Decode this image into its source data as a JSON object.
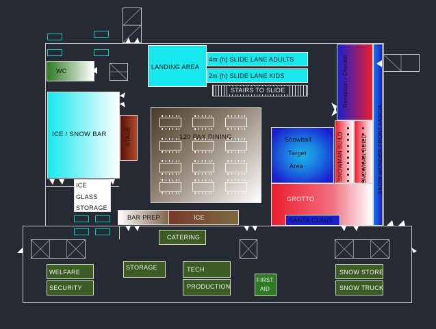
{
  "labels": {
    "wc": "WC",
    "landing_area": "LANDING AREA",
    "slide_adults": "4m (h) SLIDE LANE ADULTS",
    "slide_kids": "2m (h) SLIDE LANE KIDS",
    "stairs": "STAIRS TO SLIDE",
    "reception": "Reception / Checkin",
    "ice_snow_bar": "ICE / SNOW BAR",
    "stage": "STAGE",
    "dining": "120 PAX DINING",
    "snowball_1": "Snowball",
    "snowball_2": "Target",
    "snowball_3": "Area",
    "snowman_build_1": "SNOWMAN BUILD",
    "snowman_build_2": "SNOWMAN BUILD",
    "fascia": "SNOW WONDER FRONT FASCIA",
    "ice_glass_1": "ICE",
    "ice_glass_2": "GLASS",
    "ice_glass_3": "STORAGE",
    "grotto": "GROTTO",
    "santa": "SANTA CLAUS",
    "bar_prep": "BAR PREP",
    "ice": "ICE",
    "catering": "CATERING",
    "welfare": "WELFARE",
    "security": "SECURITY",
    "storage": "STORAGE",
    "tech": "TECH",
    "production": "PRODUCTION",
    "first_aid_1": "FIRST",
    "first_aid_2": "AID",
    "snow_store": "SNOW STORE",
    "snow_truck": "SNOW TRUCK"
  },
  "colors": {
    "background": "#262a33",
    "wall": "#c8c8c8",
    "cyan": "#17e8ee",
    "red": "#ee1c2c",
    "blue": "#1a1fd0",
    "green": "#3d5c24"
  }
}
